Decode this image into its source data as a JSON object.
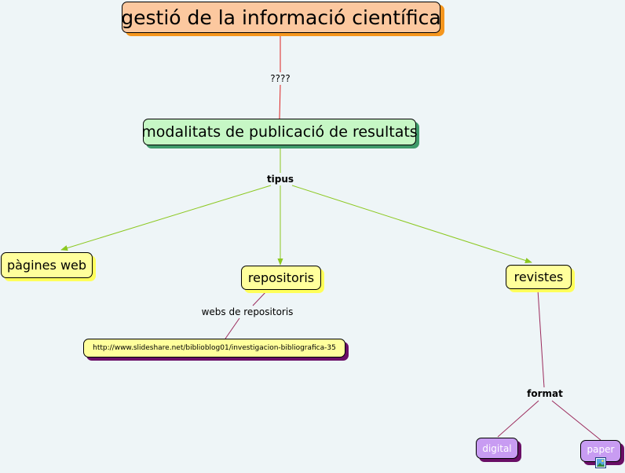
{
  "diagram": {
    "title": "gestió de la informació científica",
    "nodes": [
      {
        "id": "root",
        "label": "gestió de la informació científica"
      },
      {
        "id": "mod",
        "label": "modalitats de publicació de resultats"
      },
      {
        "id": "web",
        "label": "pàgines web"
      },
      {
        "id": "rep",
        "label": "repositoris"
      },
      {
        "id": "rev",
        "label": "revistes"
      },
      {
        "id": "url",
        "label": "http://www.slideshare.net/biblioblog01/investigacion-bibliografica-35"
      },
      {
        "id": "dig",
        "label": "digital"
      },
      {
        "id": "pap",
        "label": "paper",
        "icon": "image-icon"
      }
    ],
    "links": [
      {
        "from": "root",
        "to": "mod",
        "label": "????",
        "color": "#dd2222"
      },
      {
        "from": "mod",
        "to": [
          "web",
          "rep",
          "rev"
        ],
        "label": "tipus",
        "color": "#8cc820"
      },
      {
        "from": "rep",
        "to": "url",
        "label": "webs de repositoris",
        "color": "#9b2a5c"
      },
      {
        "from": "rev",
        "to": [
          "dig",
          "pap"
        ],
        "label": "format",
        "color": "#9b2a5c"
      }
    ]
  }
}
